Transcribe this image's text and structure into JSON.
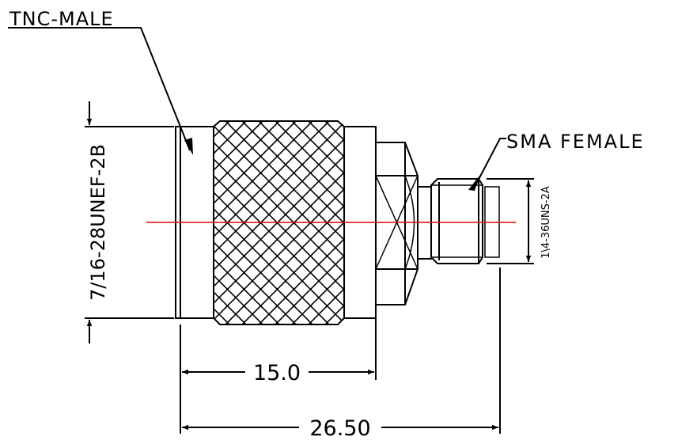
{
  "labels": {
    "tnc_male": "TNC-MALE",
    "sma_female": "SMA FEMALE",
    "thread_left": "7/16-28UNEF-2B",
    "thread_right": "1\\4-36UNS-2A"
  },
  "dimensions": {
    "short_length": "15.0",
    "overall_length": "26.50"
  },
  "colors": {
    "centerline": "#e00000",
    "lines": "#000000"
  }
}
